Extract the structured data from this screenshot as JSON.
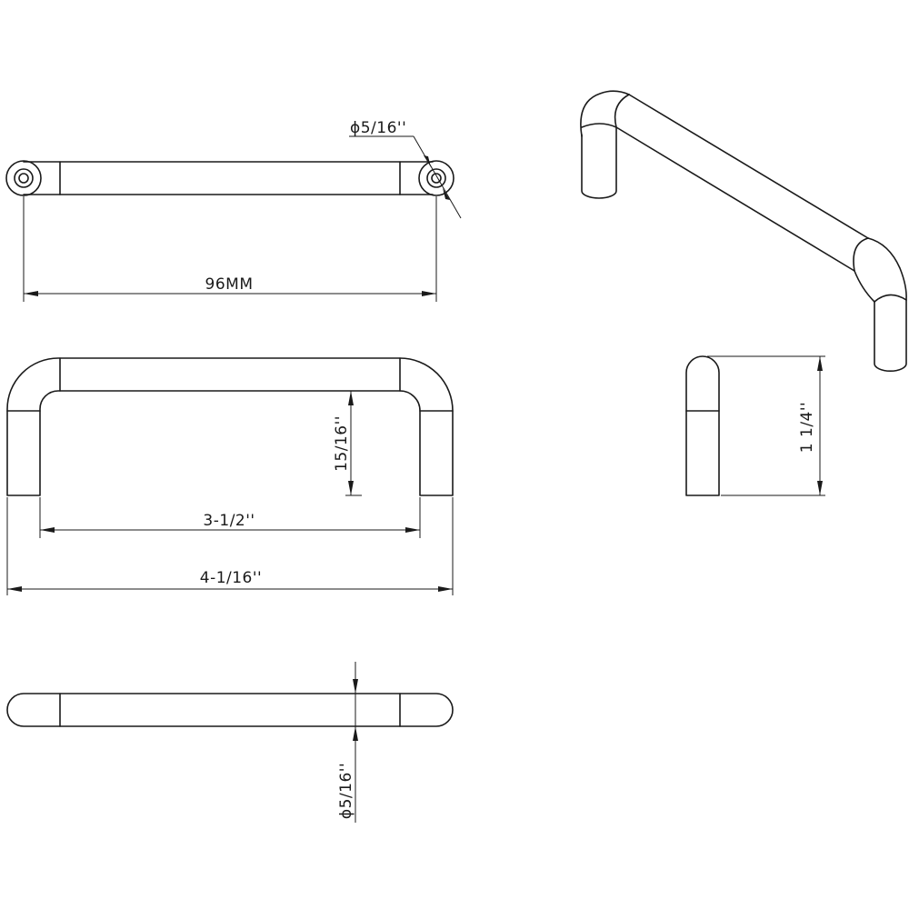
{
  "dimensions": {
    "hole_diameter_top": "ϕ5/16''",
    "center_to_center": "96MM",
    "height": "15/16''",
    "inner_width": "3-1/2''",
    "overall_length": "4-1/16''",
    "projection": "1 1/4''",
    "bar_diameter_bottom": "ϕ5/16''"
  }
}
